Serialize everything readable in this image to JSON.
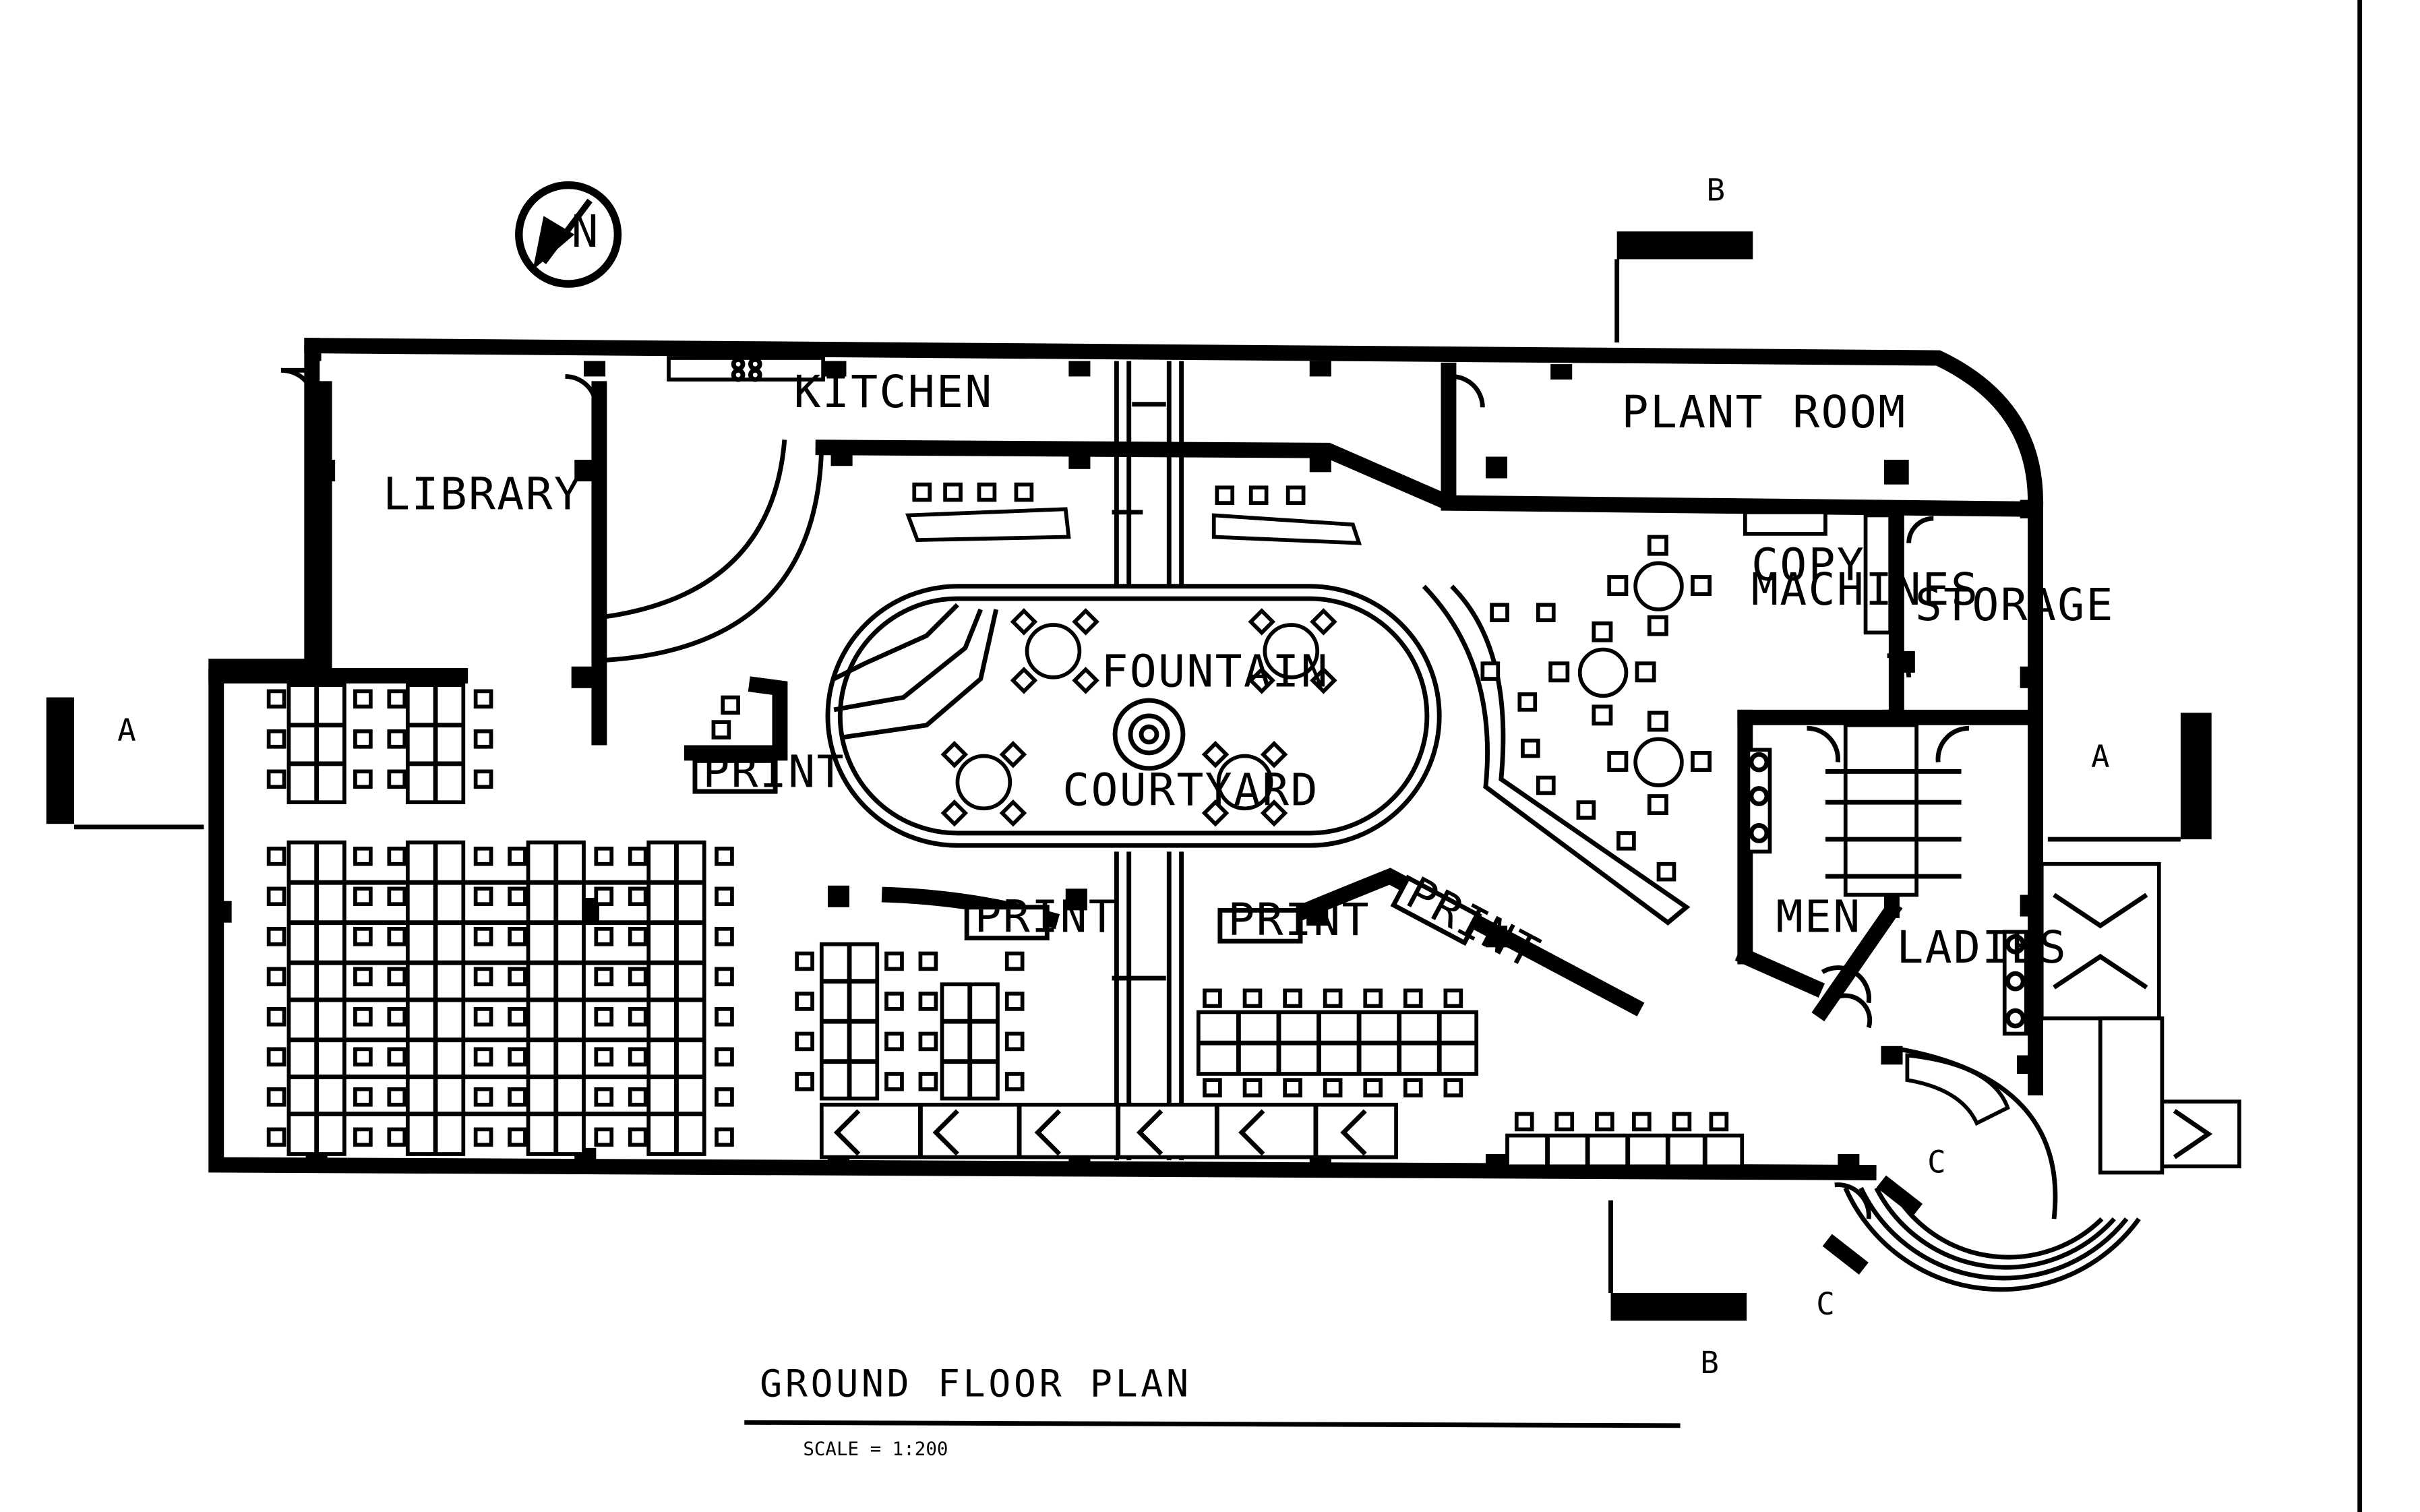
{
  "drawing": {
    "title": "GROUND FLOOR PLAN",
    "scale": "SCALE = 1:200",
    "north_label": "N"
  },
  "rooms": {
    "library": "LIBRARY",
    "kitchen": "KITCHEN",
    "plant_room": "PLANT ROOM",
    "copy_machines_line1": "COPY",
    "copy_machines_line2": "MACHINES",
    "storage": "STORAGE",
    "fountain": "FOUNTAIN",
    "courtyard": "COURTYARD",
    "men": "MEN",
    "ladies": "LADIES"
  },
  "print_stations": [
    "PRINT",
    "PRINT",
    "PRINT",
    "PRINT"
  ],
  "sections": {
    "a_left": "A",
    "a_right": "A",
    "b_top": "B",
    "b_bottom": "B",
    "c_upper": "C",
    "c_lower": "C"
  }
}
